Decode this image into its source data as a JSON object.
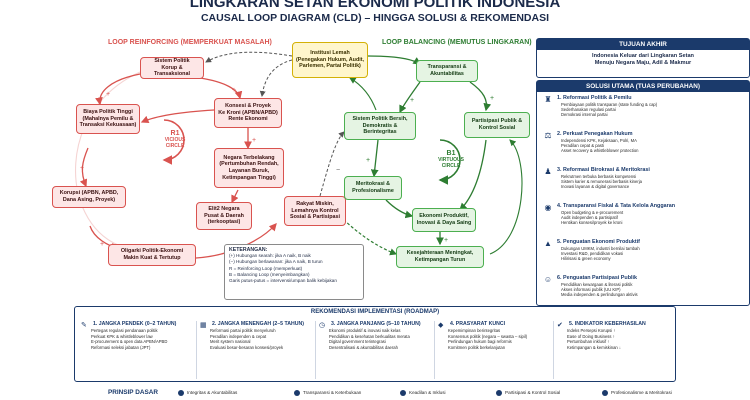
{
  "header": {
    "title": "LINGKARAN SETAN EKONOMI POLITIK INDONESIA",
    "subtitle": "CAUSAL LOOP DIAGRAM (CLD) – HINGGA SOLUSI & REKOMENDASI"
  },
  "loops": {
    "reinforcing_label": "LOOP REINFORCING (MEMPERKUAT MASALAH)",
    "balancing_label": "LOOP BALANCING (MEMUTUS LINGKARAN)",
    "r1": {
      "code": "R1",
      "line1": "VICIOUS",
      "line2": "CIRCLE"
    },
    "b1": {
      "code": "B1",
      "line1": "VIRTUOUS",
      "line2": "CIRCLE"
    }
  },
  "nodes": {
    "sistem_politik": [
      "Sistem Politik",
      "Korup & Transaksional"
    ],
    "biaya_politik": [
      "Biaya Politik Tinggi",
      "(Mahalnya Pemilu &",
      "Transaksi Kekuasaan)"
    ],
    "korupsi": [
      "Korupsi (APBN, APBD,",
      "Dana Asing, Proyek)"
    ],
    "oligarki": [
      "Oligarki Politik-Ekonomi",
      "Makin Kuat & Tertutup"
    ],
    "konsesi": [
      "Konsesi & Proyek",
      "Ke Kroni (APBN/APBD)",
      "Rente Ekonomi"
    ],
    "negara_terbelakang": [
      "Negara Terbelakang",
      "(Pertumbuhan Rendah,",
      "Layanan Buruk,",
      "Ketimpangan Tinggi)"
    ],
    "elit": [
      "Elit2 Negara",
      "Pusat & Daerah",
      "(terkooptasi)"
    ],
    "rakyat_miskin": [
      "Rakyat Miskin,",
      "Lemahnya Kontrol",
      "Sosial & Partisipasi"
    ],
    "institusi_lemah": [
      "Institusi Lemah",
      "(Penegakan Hukum, Audit,",
      "Parlemen, Partai Politik)"
    ],
    "transparansi": [
      "Transparansi &",
      "Akuntabilitas"
    ],
    "partisipasi": [
      "Partisipasi Publik &",
      "Kontrol Sosial"
    ],
    "sistem_bersih": [
      "Sistem Politik Bersih,",
      "Demokratis & Berintegritas"
    ],
    "meritokrasi": [
      "Meritokrasi &",
      "Profesionalisme"
    ],
    "ekonomi_produktif": [
      "Ekonomi Produktif,",
      "Inovasi & Daya Saing"
    ],
    "kesejahteraan": [
      "Kesejahteraan Meningkat,",
      "Ketimpangan Turun"
    ]
  },
  "legend": {
    "title": "KETERANGAN:",
    "items": [
      "(+) Hubungan searah: jika A naik, B naik",
      "(−) Hubungan berlawanan: jika A naik, B turun",
      "R = Reinforcing Loop (memperkuat)",
      "B = Balancing Loop (menyeimbangkan)",
      "Garis putus-putus = intervensi/umpan balik kebijakan"
    ]
  },
  "goal": {
    "heading": "TUJUAN AKHIR",
    "text": [
      "Indonesia Keluar dari Lingkaran Setan",
      "Menuju Negara Maju, Adil & Makmur"
    ]
  },
  "solutions": {
    "heading": "SOLUSI UTAMA (TUAS PERUBAHAN)",
    "items": [
      {
        "icon": "♜",
        "title": "1. Reformasi Politik & Pemilu",
        "points": [
          "Pembiayaan politik transparan (state funding & cap)",
          "Sederhanakan regulasi partai",
          "Demokrasi internal partai"
        ]
      },
      {
        "icon": "⚖",
        "title": "2. Perkuat Penegakan Hukum",
        "points": [
          "Independensi KPK, Kejaksaan, Polri, MA",
          "Peradilan cepat & pasti",
          "Asset recovery & whistleblower protection"
        ]
      },
      {
        "icon": "♟",
        "title": "3. Reformasi Birokrasi & Meritokrasi",
        "points": [
          "Rekrutmen terbuka berbasis kompetensi",
          "Sistem karier & remunerasi berbasis kinerja",
          "Inovasi layanan & digital governance"
        ]
      },
      {
        "icon": "◉",
        "title": "4. Transparansi Fiskal & Tata Kelola Anggaran",
        "points": [
          "Open budgeting & e-procurement",
          "Audit independen & partisipatif",
          "Hentikan konsesi/proyek ke kroni"
        ]
      },
      {
        "icon": "▲",
        "title": "5. Penguatan Ekonomi Produktif",
        "points": [
          "Dukungan UMKM, industri bernilai tambah",
          "Investasi R&D, pendidikan vokasi",
          "Hilirisasi & green economy"
        ]
      },
      {
        "icon": "☺",
        "title": "6. Penguatan Partisipasi Publik",
        "points": [
          "Pendidikan kewargaan & literasi politik",
          "Akses informasi publik (UU KIP)",
          "Media independen & perlindungan aktivis"
        ]
      }
    ]
  },
  "roadmap": {
    "heading": "REKOMENDASI IMPLEMENTASI (ROADMAP)",
    "columns": [
      {
        "icon": "✎",
        "title": "1. JANGKA PENDEK (0–2 TAHUN)",
        "points": [
          "Pertegas regulasi pendanaan politik",
          "Perkuat KPK & whistleblower law",
          "E-procurement & open data APBN/APBD",
          "Reformasi seleksi jabatan (JPT)"
        ]
      },
      {
        "icon": "▦",
        "title": "2. JANGKA MENENGAH (2–5 TAHUN)",
        "points": [
          "Reformasi partai politik menyeluruh",
          "Peradilan independen & cepat",
          "Merit system nasional",
          "Evaluasi besar-besaran konsesi/proyek"
        ]
      },
      {
        "icon": "◷",
        "title": "3. JANGKA PANJANG (5–10 TAHUN)",
        "points": [
          "Ekonomi produktif & inovasi naik kelas",
          "Pendidikan & kesehatan berkualitas merata",
          "Digital government terintegrasi",
          "Desentralisasi & akuntabilitas daerah"
        ]
      },
      {
        "icon": "◆",
        "title": "4. PRASYARAT KUNCI",
        "points": [
          "Kepemimpinan berintegritas",
          "Konsensus politik (negara – swasta – sipil)",
          "Perlindungan hukum bagi reformis",
          "Komitmen politik berkelanjutan"
        ]
      },
      {
        "icon": "✔",
        "title": "5. INDIKATOR KEBERHASILAN",
        "points": [
          "Indeks Persepsi Korupsi ↑",
          "Ease of Doing Business ↑",
          "Pertumbuhan inklusif ↑",
          "Ketimpangan & kemiskinan ↓"
        ]
      }
    ]
  },
  "principles": {
    "heading": "PRINSIP DASAR",
    "items": [
      "Integritas & Akuntabilitas",
      "Transparansi & Keterbukaan",
      "Keadilan & Inklusi",
      "Partisipasi & Kontrol Sosial",
      "Profesionalisme & Meritokrasi"
    ]
  },
  "colors": {
    "reinforcing": "#d9534f",
    "balancing": "#4caf50",
    "navy": "#1b3a6b",
    "institutional": "#d4b106"
  }
}
